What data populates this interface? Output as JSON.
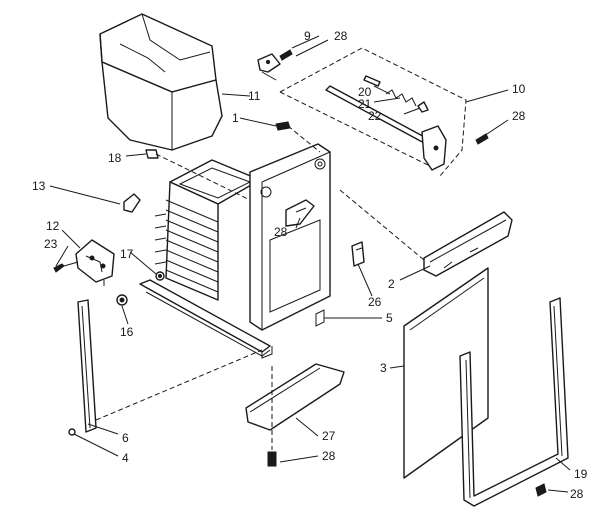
{
  "callouts": {
    "c1": "1",
    "c2": "2",
    "c3": "3",
    "c4": "4",
    "c5": "5",
    "c6": "6",
    "c9": "9",
    "c10": "10",
    "c11": "11",
    "c12": "12",
    "c13": "13",
    "c16": "16",
    "c17": "17",
    "c18": "18",
    "c19": "19",
    "c20": "20",
    "c21": "21",
    "c22": "22",
    "c23": "23",
    "c26": "26",
    "c27": "27",
    "c28a": "28",
    "c28b": "28",
    "c28c": "28",
    "c28d": "28",
    "c28e": "28"
  }
}
